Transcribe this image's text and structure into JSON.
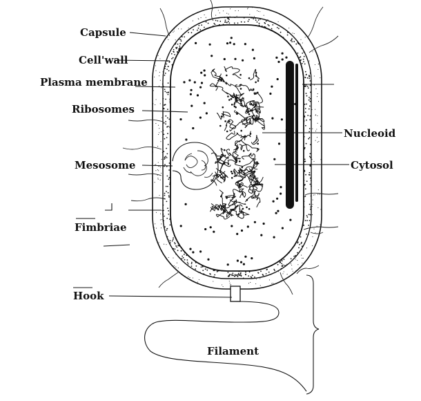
{
  "diagram": {
    "labels": {
      "capsule": "Capsule",
      "cell_wall": "Cell'wall",
      "plasma_membrane": "Plasma membrane",
      "ribosomes": "Ribosomes",
      "mesosome": "Mesosome",
      "fimbriae": "Fimbriae",
      "hook": "Hook",
      "nucleoid": "Nucleoid",
      "cytosol": "Cytosol",
      "filament": "Filament"
    },
    "colors": {
      "ink": "#111111",
      "background": "#ffffff"
    }
  }
}
